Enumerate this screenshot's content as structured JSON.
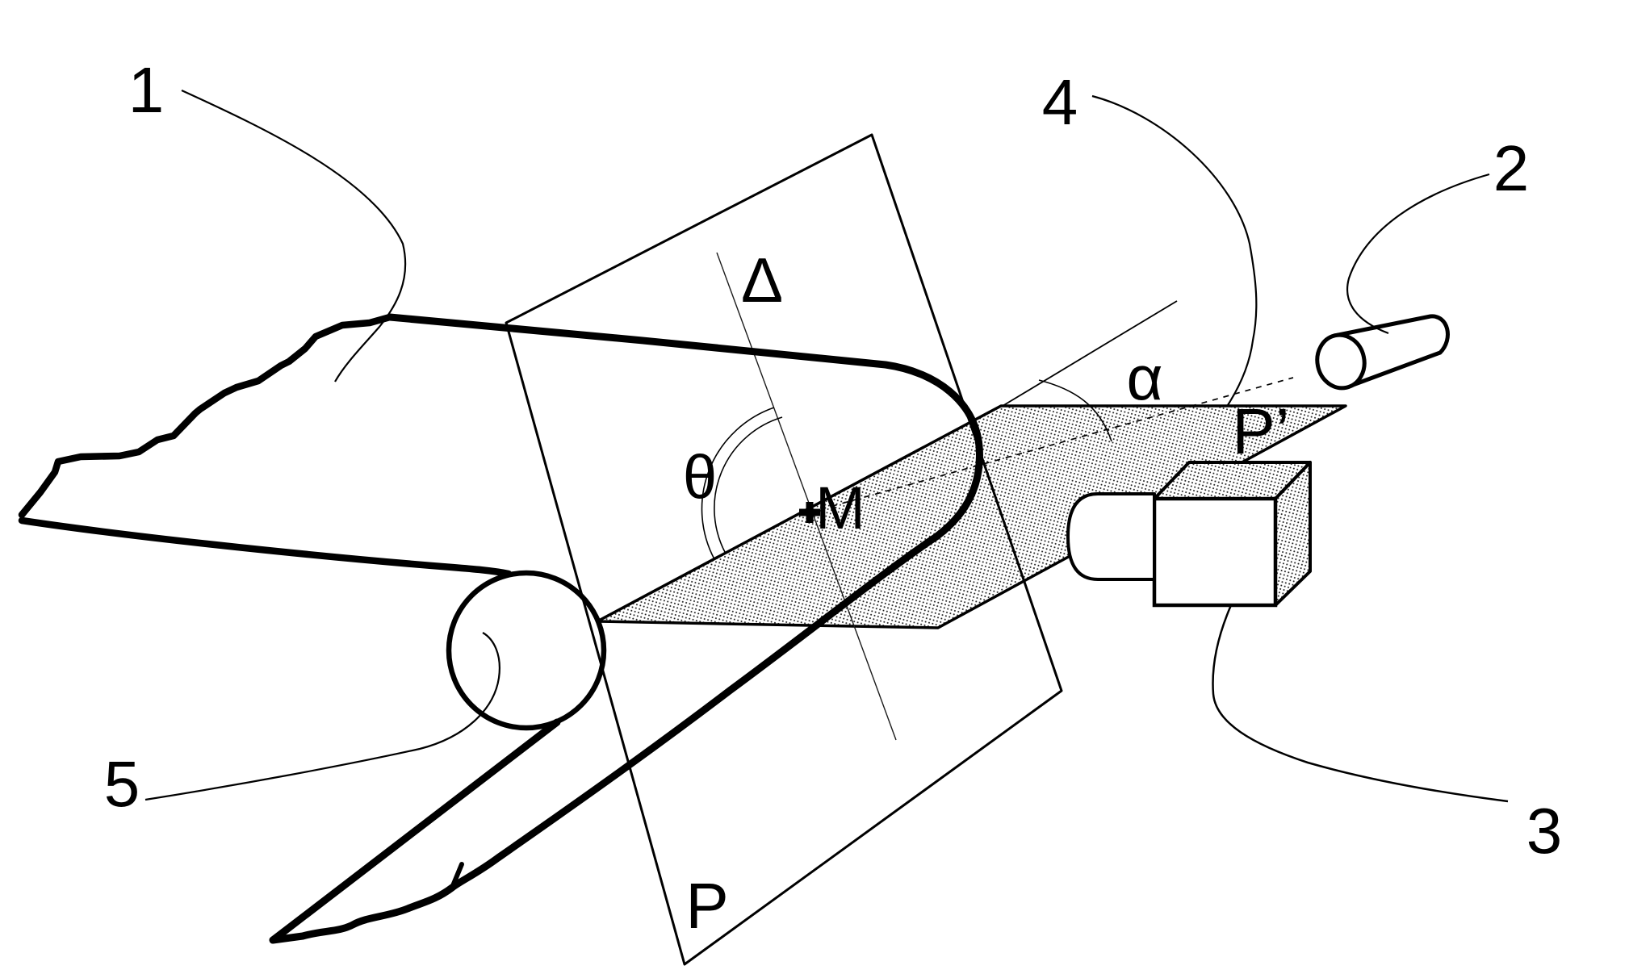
{
  "figure": {
    "background_color": "#ffffff",
    "ink_color": "#000000",
    "shade_fill_color": "#d6d6d6",
    "reference_numerals": {
      "n1": "1",
      "n2": "2",
      "n3": "3",
      "n4": "4",
      "n5": "5"
    },
    "symbols": {
      "delta": "Δ",
      "theta": "θ",
      "alpha": "α",
      "point_m": "M",
      "plane_p": "P",
      "plane_p_prime": "P’"
    }
  }
}
